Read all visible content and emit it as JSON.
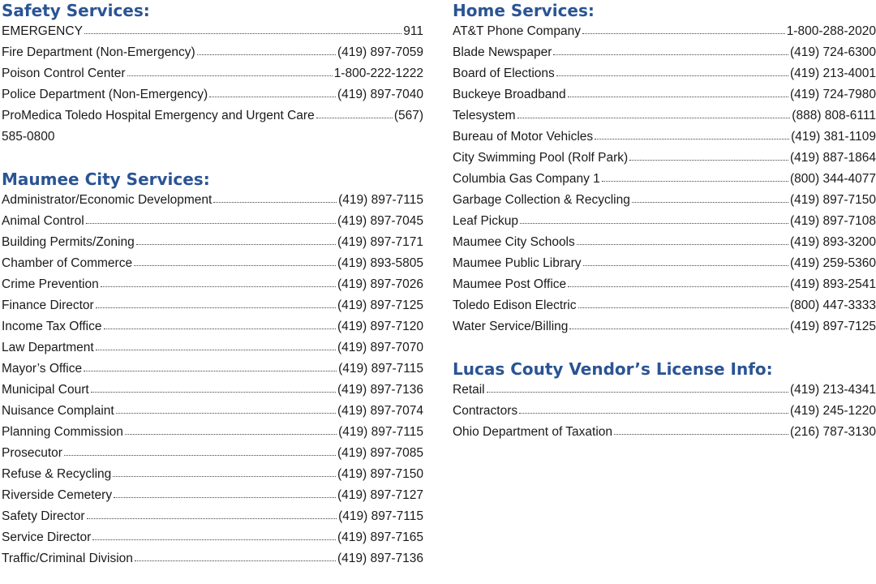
{
  "colors": {
    "heading": "#2a5494",
    "text": "#1a1a1a"
  },
  "safety": {
    "title": "Safety Services:",
    "entries": [
      {
        "name": "EMERGENCY",
        "phone": "911"
      },
      {
        "name": "Fire Department (Non-Emergency)",
        "phone": "(419) 897-7059"
      },
      {
        "name": "Poison Control Center",
        "phone": "1-800-222-1222"
      },
      {
        "name": "Police Department (Non-Emergency)",
        "phone": "(419) 897-7040"
      }
    ],
    "promedica": {
      "name": "ProMedica Toledo Hospital Emergency and Urgent Care",
      "phone": "(567)",
      "phone_cont": "585-0800"
    }
  },
  "maumee": {
    "title": "Maumee City Services:",
    "entries": [
      {
        "name": "Administrator/Economic Development",
        "phone": "(419) 897-7115"
      },
      {
        "name": "Animal Control",
        "phone": "(419) 897-7045"
      },
      {
        "name": "Building Permits/Zoning",
        "phone": "(419) 897-7171"
      },
      {
        "name": "Chamber of Commerce",
        "phone": "(419) 893-5805"
      },
      {
        "name": "Crime Prevention",
        "phone": "(419) 897-7026"
      },
      {
        "name": "Finance Director",
        "phone": "(419) 897-7125"
      },
      {
        "name": "Income Tax Office",
        "phone": "(419) 897-7120"
      },
      {
        "name": "Law Department",
        "phone": "(419) 897-7070"
      },
      {
        "name": "Mayor’s Office",
        "phone": "(419) 897-7115"
      },
      {
        "name": "Municipal Court",
        "phone": "(419) 897-7136"
      },
      {
        "name": "Nuisance Complaint",
        "phone": "(419) 897-7074"
      },
      {
        "name": "Planning Commission",
        "phone": "(419) 897-7115"
      },
      {
        "name": "Prosecutor",
        "phone": "(419) 897-7085"
      },
      {
        "name": "Refuse & Recycling",
        "phone": "(419) 897-7150"
      },
      {
        "name": "Riverside Cemetery",
        "phone": "(419) 897-7127"
      },
      {
        "name": "Safety Director",
        "phone": "(419) 897-7115"
      },
      {
        "name": "Service Director",
        "phone": "(419) 897-7165"
      },
      {
        "name": "Traffic/Criminal Division",
        "phone": "(419) 897-7136"
      }
    ]
  },
  "home": {
    "title": "Home Services:",
    "entries": [
      {
        "name": "AT&T Phone Company",
        "phone": "1-800-288-2020"
      },
      {
        "name": "Blade Newspaper",
        "phone": "(419) 724-6300"
      },
      {
        "name": "Board of Elections",
        "phone": "(419) 213-4001"
      },
      {
        "name": "Buckeye Broadband",
        "phone": "(419) 724-7980"
      },
      {
        "name": "Telesystem",
        "phone": "(888) 808-6111"
      },
      {
        "name": "Bureau of Motor Vehicles",
        "phone": "(419) 381-1109"
      },
      {
        "name": "City Swimming Pool (Rolf Park)",
        "phone": "(419) 887-1864"
      },
      {
        "name": "Columbia Gas Company 1",
        "phone": "(800) 344-4077"
      },
      {
        "name": "Garbage Collection & Recycling",
        "phone": "(419) 897-7150"
      },
      {
        "name": "Leaf Pickup",
        "phone": "(419) 897-7108"
      },
      {
        "name": "Maumee City Schools",
        "phone": "(419) 893-3200"
      },
      {
        "name": "Maumee Public Library",
        "phone": "(419) 259-5360"
      },
      {
        "name": "Maumee Post Office",
        "phone": "(419) 893-2541"
      },
      {
        "name": "Toledo Edison Electric",
        "phone": "(800) 447-3333"
      },
      {
        "name": "Water Service/Billing",
        "phone": "(419) 897-7125"
      }
    ]
  },
  "vendor": {
    "title": "Lucas Couty Vendor’s License Info:",
    "entries": [
      {
        "name": "Retail",
        "phone": "(419) 213-4341"
      },
      {
        "name": "Contractors",
        "phone": "(419) 245-1220"
      },
      {
        "name": "Ohio Department of Taxation",
        "phone": "(216) 787-3130"
      }
    ]
  }
}
